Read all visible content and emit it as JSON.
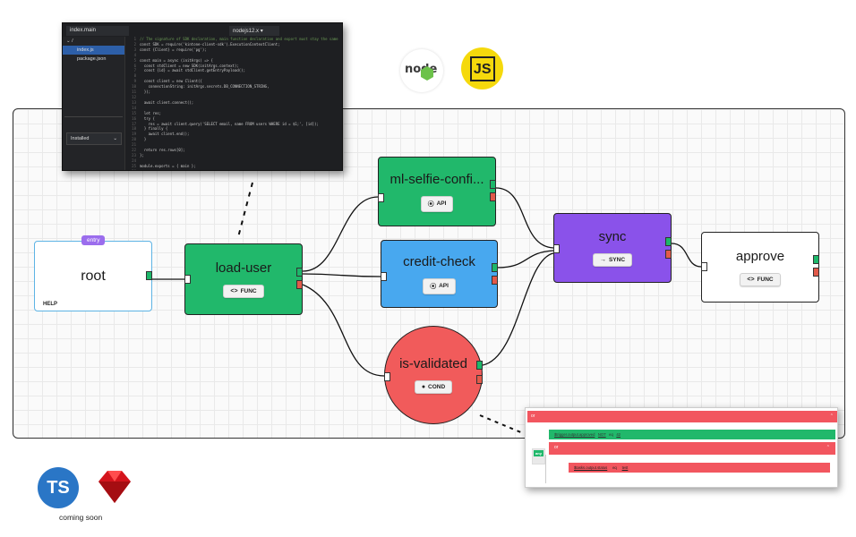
{
  "editor": {
    "tab": "index.main",
    "runtime": "nodejs12.x",
    "folder": "/",
    "files": [
      "index.js",
      "package.json"
    ],
    "installed": "Installed",
    "code_lines": [
      "// The signature of SDK declaration, main function declaration and export must stay the same",
      "const SDK = require('kintone-client-sdk').ExecutionContextClient;",
      "const {Client} = require('pg');",
      "",
      "const main = async (initArgs) => {",
      "  const stdClient = new SDK(initArgs.context);",
      "  const {id} = await stdClient.getEntryPayload();",
      "",
      "  const client = new Client({",
      "    connectionString: initArgs.secrets.DB_CONNECTION_STRING,",
      "  });",
      "",
      "  await client.connect();",
      "",
      "  let res;",
      "  try {",
      "    res = await client.query('SELECT email, name FROM users WHERE id = $1;', [id]);",
      "  } finally {",
      "    await client.end();",
      "  }",
      "",
      "  return res.rows[0];",
      "};",
      "",
      "module.exports = { main };",
      ""
    ]
  },
  "nodes": {
    "root": {
      "title": "root",
      "badge": "entry",
      "help": "HELP"
    },
    "load_user": {
      "title": "load-user",
      "tag": "FUNC",
      "icon": "code-icon"
    },
    "ml": {
      "title": "ml-selfie-confi...",
      "tag": "API",
      "icon": "api-icon"
    },
    "credit": {
      "title": "credit-check",
      "tag": "API",
      "icon": "api-icon"
    },
    "sync": {
      "title": "sync",
      "tag": "SYNC",
      "icon": "arrow-right-icon"
    },
    "approve": {
      "title": "approve",
      "tag": "FUNC",
      "icon": "code-icon"
    },
    "valid": {
      "title": "is-validated",
      "tag": "COND",
      "icon": "pin-icon"
    }
  },
  "colors": {
    "green": "#21b86b",
    "blue": "#48a8ef",
    "purple": "#8a52ea",
    "red": "#f15b5b",
    "port_ok": "#1db76a",
    "port_err": "#e25a4a"
  },
  "logos": {
    "node": "node",
    "js": "JS",
    "ts": "TS",
    "coming_soon": "coming soon"
  },
  "panel": {
    "head": "or",
    "row1": {
      "path": "$trigger.output.approved",
      "op": "NOT",
      "cmp": "eq",
      "val": "42"
    },
    "or2": "or",
    "any": "any",
    "row2": {
      "path": "$tasks.output.status",
      "cmp": "eq",
      "val": "test"
    }
  }
}
